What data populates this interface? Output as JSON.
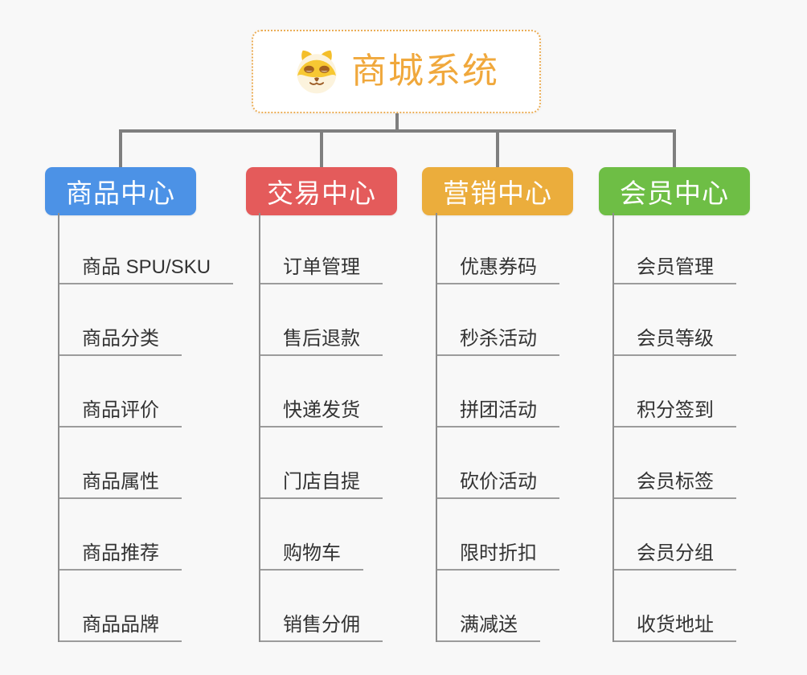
{
  "page": {
    "background_color": "#f8f8f8",
    "connector_color": "#7f7f7f",
    "child_line_color": "#9c9c9c"
  },
  "root": {
    "title": "商城系统",
    "icon": "dog-face-icon",
    "text_color": "#f0a83c",
    "border_color": "#ebae58"
  },
  "branches": [
    {
      "label": "商品中心",
      "color": "#4c92e6",
      "items": [
        "商品 SPU/SKU",
        "商品分类",
        "商品评价",
        "商品属性",
        "商品推荐",
        "商品品牌"
      ]
    },
    {
      "label": "交易中心",
      "color": "#e45b5b",
      "items": [
        "订单管理",
        "售后退款",
        "快递发货",
        "门店自提",
        "购物车",
        "销售分佣"
      ]
    },
    {
      "label": "营销中心",
      "color": "#ebad3c",
      "items": [
        "优惠券码",
        "秒杀活动",
        "拼团活动",
        "砍价活动",
        "限时折扣",
        "满减送"
      ]
    },
    {
      "label": "会员中心",
      "color": "#6ebe45",
      "items": [
        "会员管理",
        "会员等级",
        "积分签到",
        "会员标签",
        "会员分组",
        "收货地址"
      ]
    }
  ]
}
